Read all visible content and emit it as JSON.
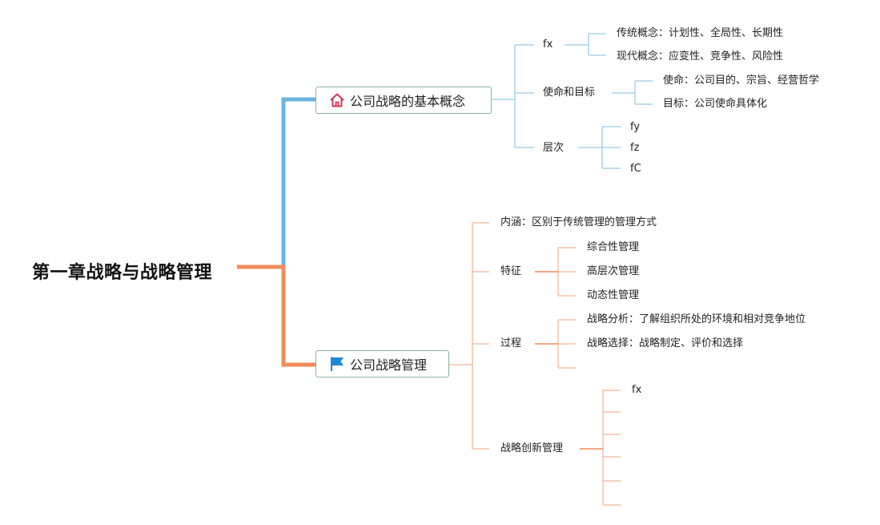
{
  "root": "第一章战略与战略管理",
  "colors": {
    "branch1": "#6ab4e0",
    "branch2": "#f08c5a",
    "sub1": "#a9d3ea",
    "sub2": "#f4c4a8",
    "box_border": "#8cb0a4"
  },
  "branch1": {
    "label": "公司战略的基本概念",
    "icon": "home-icon",
    "children": {
      "fx": {
        "label": "fx",
        "items": [
          "传统概念：计划性、全局性、长期性",
          "现代概念：应变性、竞争性、风险性"
        ]
      },
      "mission": {
        "label": "使命和目标",
        "items": [
          "使命：公司目的、宗旨、经营哲学",
          "目标：公司使命具体化"
        ]
      },
      "levels": {
        "label": "层次",
        "items": [
          "fy",
          "fz",
          "fC"
        ]
      }
    }
  },
  "branch2": {
    "label": "公司战略管理",
    "icon": "flag-icon",
    "children": {
      "connotation": {
        "label": "内涵：区别于传统管理的管理方式"
      },
      "features": {
        "label": "特征",
        "items": [
          "综合性管理",
          "高层次管理",
          "动态性管理"
        ]
      },
      "process": {
        "label": "过程",
        "items": [
          "战略分析：了解组织所处的环境和相对竞争地位",
          "战略选择：战略制定、评价和选择",
          ""
        ]
      },
      "innovation": {
        "label": "战略创新管理",
        "items": [
          "fx",
          "",
          "",
          "",
          "",
          ""
        ]
      }
    }
  }
}
